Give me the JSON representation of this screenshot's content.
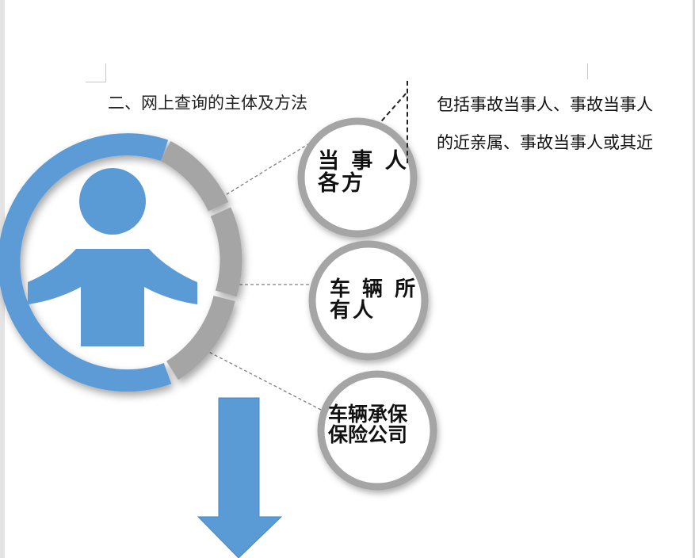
{
  "heading": "二、网上查询的主体及方法",
  "callout": {
    "line1": "包括事故当事人、事故当事人",
    "line2": "的近亲属、事故当事人或其近"
  },
  "circles": [
    {
      "line1": "当 事 人",
      "line2": "各方"
    },
    {
      "line1": "车 辆 所",
      "line2": "有人"
    },
    {
      "line1": "车辆承保",
      "line2": "保险公司"
    }
  ],
  "icons": {
    "person": "person-icon",
    "arrow": "arrow-down-icon"
  },
  "colors": {
    "accent_blue": "#5b9bd5",
    "ring_gray": "#a5a5a5",
    "text": "#111111"
  }
}
